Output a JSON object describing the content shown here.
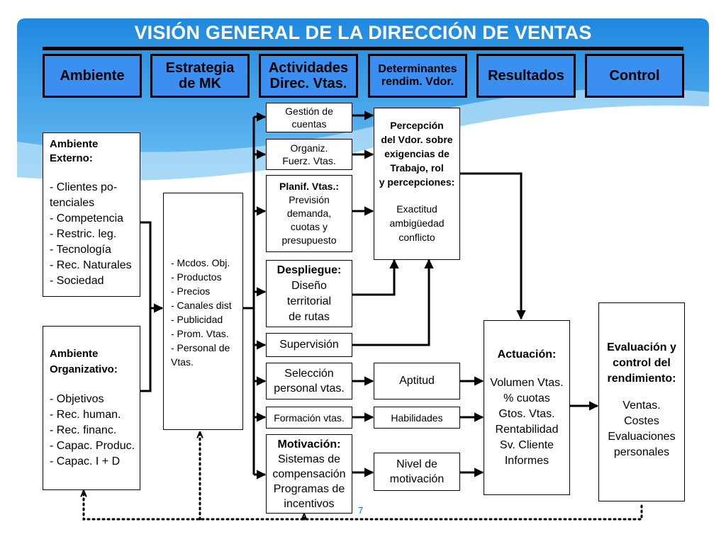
{
  "title": "VISIÓN GENERAL DE LA DIRECCIÓN DE VENTAS",
  "headers": [
    "Ambiente",
    "Estrategia\nde MK",
    "Actividades\nDirec. Vtas.",
    "Determinantes\nrendim. Vdor.",
    "Resultados",
    "Control"
  ],
  "ambiente_externo": {
    "heading": "Ambiente\nExterno:",
    "body": "- Clientes po-\n   tenciales\n- Competencia\n- Restric. leg.\n- Tecnología\n- Rec. Naturales\n- Sociedad"
  },
  "ambiente_organizativo": {
    "heading": "Ambiente\nOrganizativo:",
    "body": "- Objetivos\n- Rec. human.\n- Rec. financ.\n- Capac. Produc.\n- Capac. I + D"
  },
  "estrategia_mk": "- Mcdos. Obj.\n- Productos\n- Precios\n- Canales dist\n- Publicidad\n- Prom. Vtas.\n- Personal de\n   Vtas.",
  "actividades": {
    "gestion": "Gestión de\ncuentas",
    "organiz": "Organiz.\nFuerz. Vtas.",
    "planif_title": "Planif. Vtas.:",
    "planif_body": "Previsión\ndemanda,\ncuotas y\npresupuesto",
    "despliegue_title": "Despliegue:",
    "despliegue_body": "Diseño\nterritorial\nde rutas",
    "supervision": "Supervisión",
    "seleccion": "Selección\npersonal vtas.",
    "formacion": "Formación vtas.",
    "motivacion_title": "Motivación:",
    "motivacion_body": "Sistemas de\ncompensación\nProgramas de\nincentivos"
  },
  "determinantes": {
    "percepcion_title": "Percepción\ndel Vdor. sobre\nexigencias de\nTrabajo, rol\ny percepciones:",
    "percepcion_body": "Exactitud\nambigüedad\nconflicto",
    "aptitud": "Aptitud",
    "habilidades": "Habilidades",
    "nivel": "Nivel de\nmotivación"
  },
  "resultados": {
    "title": "Actuación:",
    "body": "Volumen Vtas.\n% cuotas\nGtos. Vtas.\nRentabilidad\nSv. Cliente\nInformes"
  },
  "control": {
    "title": "Evaluación y\ncontrol del\nrendimiento:",
    "body": "Ventas.\nCostes\nEvaluaciones\npersonales"
  },
  "page_number": "7",
  "colors": {
    "header_fill": "#3a8ff0",
    "banner_top": "#1e88e0",
    "banner_bottom": "#8fd0f5"
  }
}
